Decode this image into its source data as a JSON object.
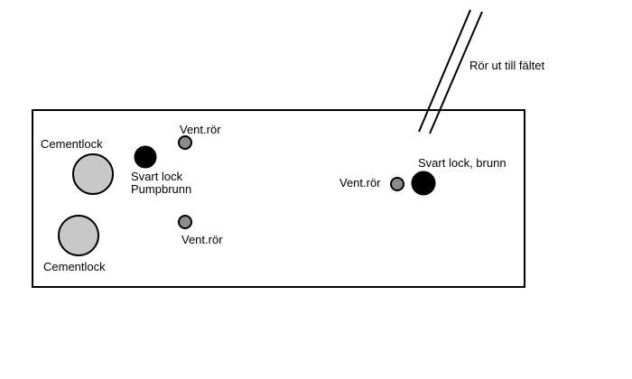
{
  "labels": {
    "cement_lid_top": "Cementlock",
    "cement_lid_bottom": "Cementlock",
    "black_lid_pump_line1": "Svart lock",
    "black_lid_pump_line2": "Pumpbrunn",
    "vent_pipe_top": "Vent.rör",
    "vent_pipe_bottom": "Vent.rör",
    "vent_pipe_right": "Vent.rör",
    "black_lid_well": "Svart lock, brunn",
    "pipe_to_field": "Rör ut till fältet"
  },
  "colors": {
    "outline": "#000000",
    "cement_lid": "#c8c8c8",
    "vent_pipe": "#8c8c8c",
    "black_lid": "#000000",
    "background": "#ffffff"
  }
}
